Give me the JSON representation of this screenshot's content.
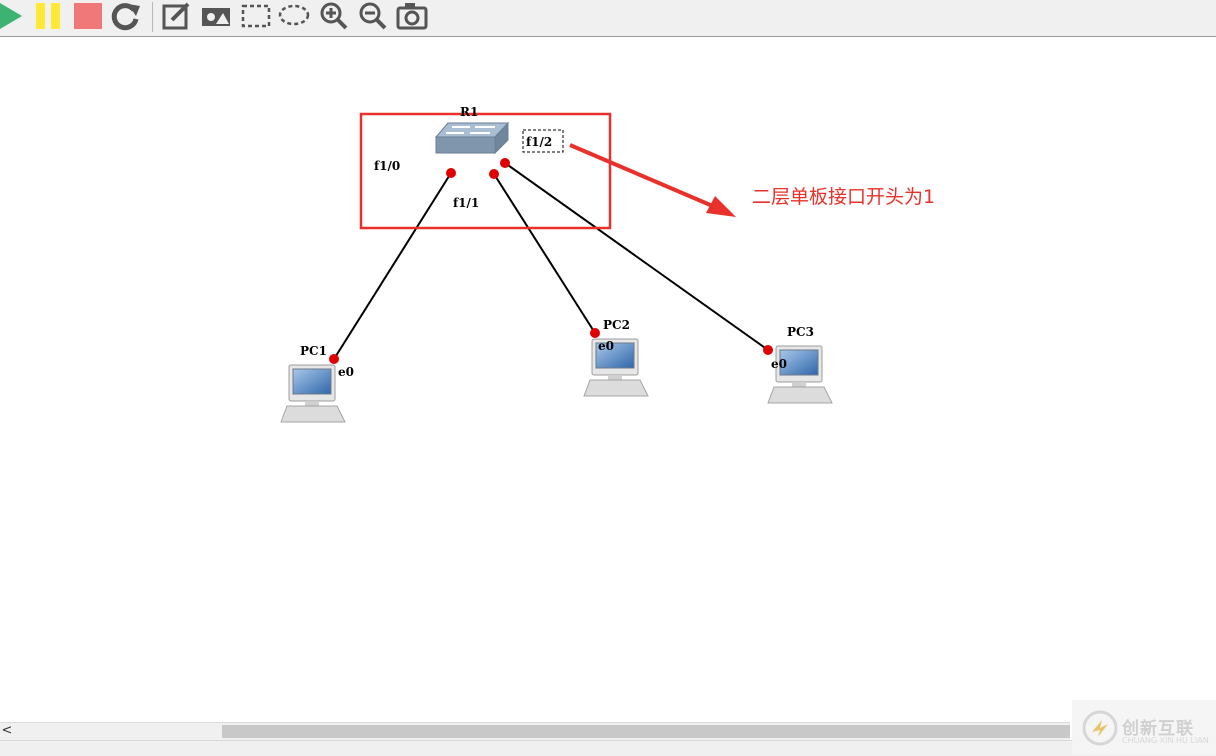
{
  "toolbar": {
    "buttons": [
      {
        "name": "start-icon",
        "title": "Start"
      },
      {
        "name": "pause-icon",
        "title": "Suspend"
      },
      {
        "name": "stop-icon",
        "title": "Stop"
      },
      {
        "name": "reload-icon",
        "title": "Reload"
      },
      {
        "name": "add-note-icon",
        "title": "Add a note"
      },
      {
        "name": "insert-picture-icon",
        "title": "Insert a picture"
      },
      {
        "name": "draw-rectangle-icon",
        "title": "Draw a rectangle"
      },
      {
        "name": "draw-ellipse-icon",
        "title": "Draw an ellipse"
      },
      {
        "name": "zoom-in-icon",
        "title": "Zoom in"
      },
      {
        "name": "zoom-out-icon",
        "title": "Zoom out"
      },
      {
        "name": "screenshot-icon",
        "title": "Take a screenshot"
      }
    ],
    "colors": {
      "start": "#3cb371",
      "pause": "#ffe936",
      "stop": "#f07878",
      "icon": "#555555"
    }
  },
  "topology": {
    "switch": {
      "label": "R1"
    },
    "pcs": [
      {
        "label": "PC1",
        "port": "e0"
      },
      {
        "label": "PC2",
        "port": "e0"
      },
      {
        "label": "PC3",
        "port": "e0"
      }
    ],
    "switch_ports": [
      "f1/0",
      "f1/1",
      "f1/2"
    ],
    "link_color": "#000000",
    "port_dot_color": "#e00000"
  },
  "annotation": {
    "text": "二层单板接口开头为1",
    "color": "#e8312a"
  },
  "scrollbar": {
    "left_arrow": "<"
  },
  "watermark": {
    "text": "创新互联",
    "sub": "CHUANG XIN HU LIAN"
  }
}
